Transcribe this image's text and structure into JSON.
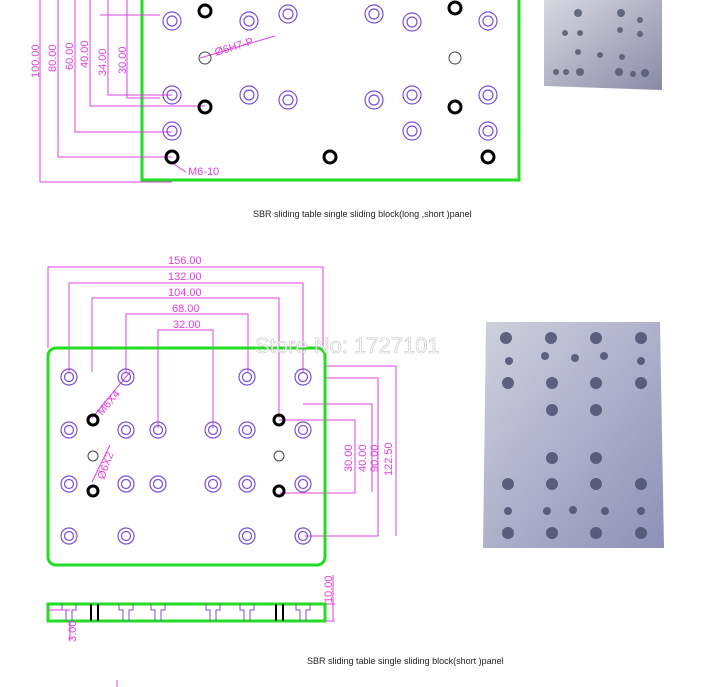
{
  "top_panel": {
    "dims_vertical": [
      "100.00",
      "80.00",
      "60.00",
      "40.00",
      "34.00",
      "30.00"
    ],
    "hole_label": "Ø6H7-P",
    "thread_label": "M6-10",
    "caption": "SBR sliding table single sliding block(long ,short )panel"
  },
  "bottom_panel": {
    "dims_horizontal": [
      "156.00",
      "132.00",
      "104.00",
      "68.00",
      "32.00"
    ],
    "dims_vertical_right": [
      "30.00",
      "40.00",
      "90.00",
      "122.50"
    ],
    "label_m6x4": "M6X4",
    "label_phi6": "Ø6X2",
    "side_height": "10.00",
    "side_depth": "3.00",
    "caption": "SBR sliding table single sliding block(short )panel"
  },
  "watermark": "Store No: 1727101",
  "colors": {
    "outline": "#22dd22",
    "dimension": "#e040e0",
    "holes": "#7a4fd6",
    "thread_holes": "#000000"
  }
}
